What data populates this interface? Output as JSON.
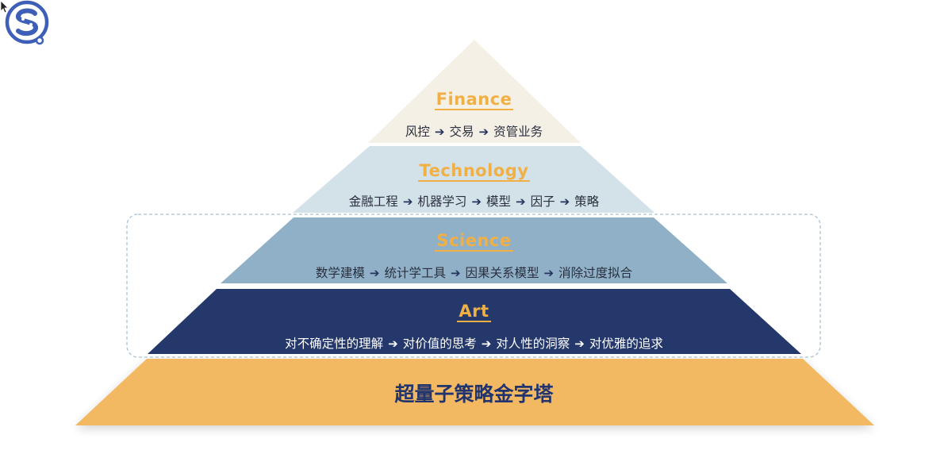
{
  "levels": [
    {
      "title": "Finance",
      "steps": [
        "风控",
        "交易",
        "资管业务"
      ]
    },
    {
      "title": "Technology",
      "steps": [
        "金融工程",
        "机器学习",
        "模型",
        "因子",
        "策略"
      ]
    },
    {
      "title": "Science",
      "steps": [
        "数学建模",
        "统计学工具",
        "因果关系模型",
        "消除过度拟合"
      ]
    },
    {
      "title": "Art",
      "steps": [
        "对不确定性的理解",
        "对价值的思考",
        "对人性的洞察",
        "对优雅的追求"
      ]
    }
  ],
  "base": {
    "title": "超量子策略金字塔"
  },
  "colors": {
    "finance": "#f5f0e6",
    "technology": "#d3e1e9",
    "science": "#8fb0c6",
    "art": "#24386c",
    "base": "#f2b862",
    "title_accent": "#f0b046",
    "logo": "#3e5fb8"
  },
  "icons": {
    "arrow": "arrow-right-icon",
    "logo": "quant-logo-icon",
    "cursor": "mouse-cursor-icon"
  }
}
